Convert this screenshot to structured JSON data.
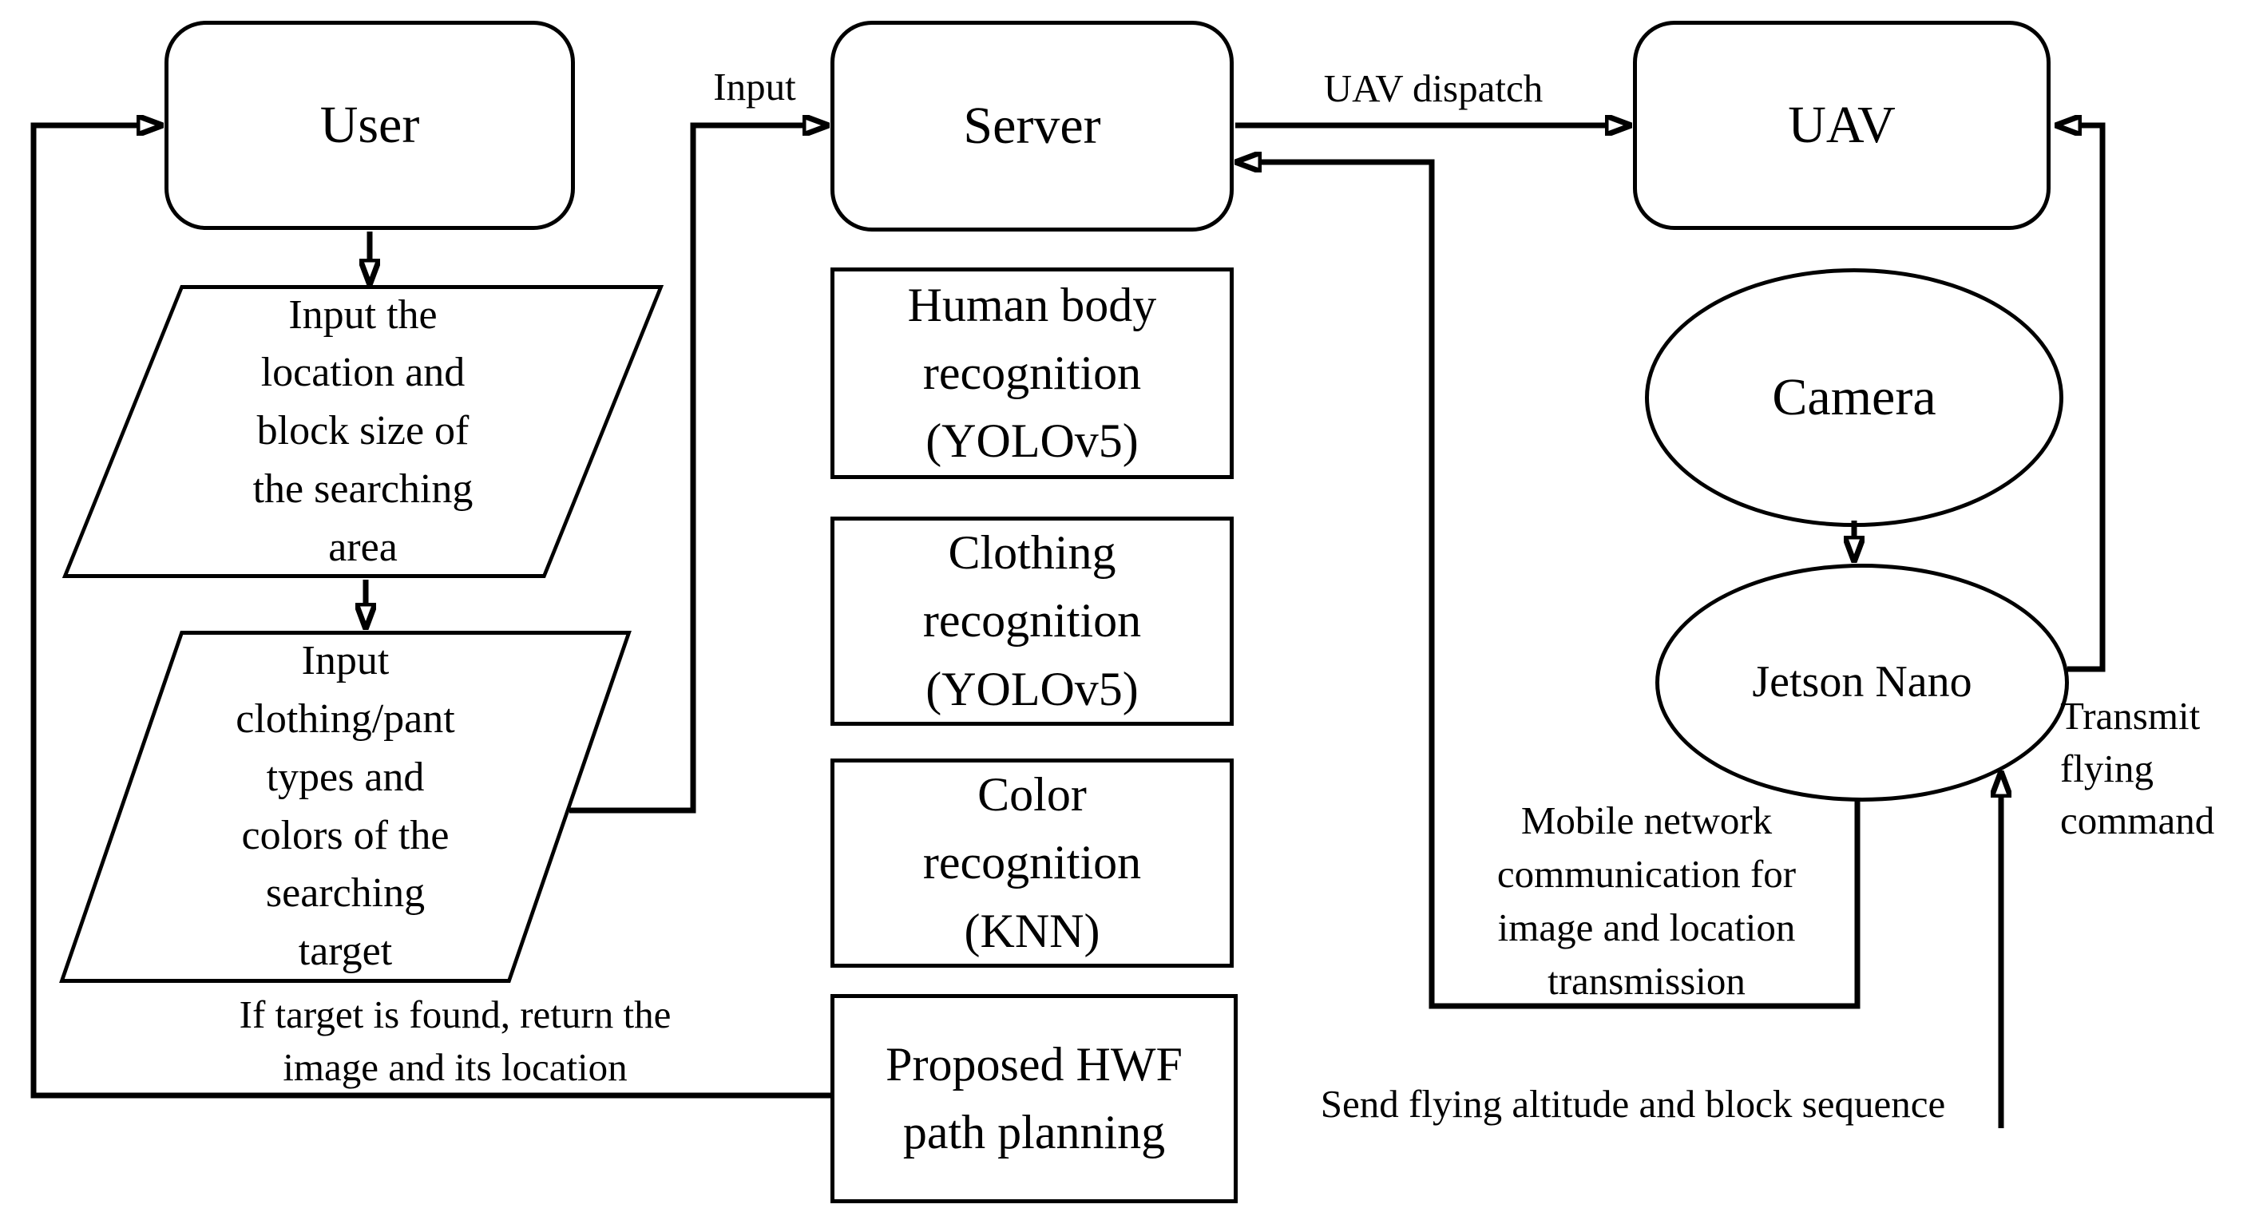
{
  "diagram": {
    "colors": {
      "line": "#000000",
      "background": "#ffffff"
    },
    "nodes": {
      "user": "User",
      "server": "Server",
      "uav": "UAV",
      "camera": "Camera",
      "jetson_nano": "Jetson Nano",
      "input_area": "Input the\nlocation and\nblock size of\nthe searching\narea",
      "input_target": "Input\nclothing/pant\ntypes and\ncolors of the\nsearching\ntarget",
      "human_body_recognition": "Human body\nrecognition\n(YOLOv5)",
      "clothing_recognition": "Clothing\nrecognition\n(YOLOv5)",
      "color_recognition": "Color\nrecognition\n(KNN)",
      "hwf_path_planning": "Proposed HWF\npath planning"
    },
    "edge_labels": {
      "input": "Input",
      "uav_dispatch": "UAV dispatch",
      "if_target_found": "If target is found, return the\nimage and its location",
      "mobile_network": "Mobile network\ncommunication for\nimage and location\ntransmission",
      "send_flying": "Send flying altitude and block sequence",
      "transmit_flying": "Transmit\nflying\ncommand"
    }
  }
}
